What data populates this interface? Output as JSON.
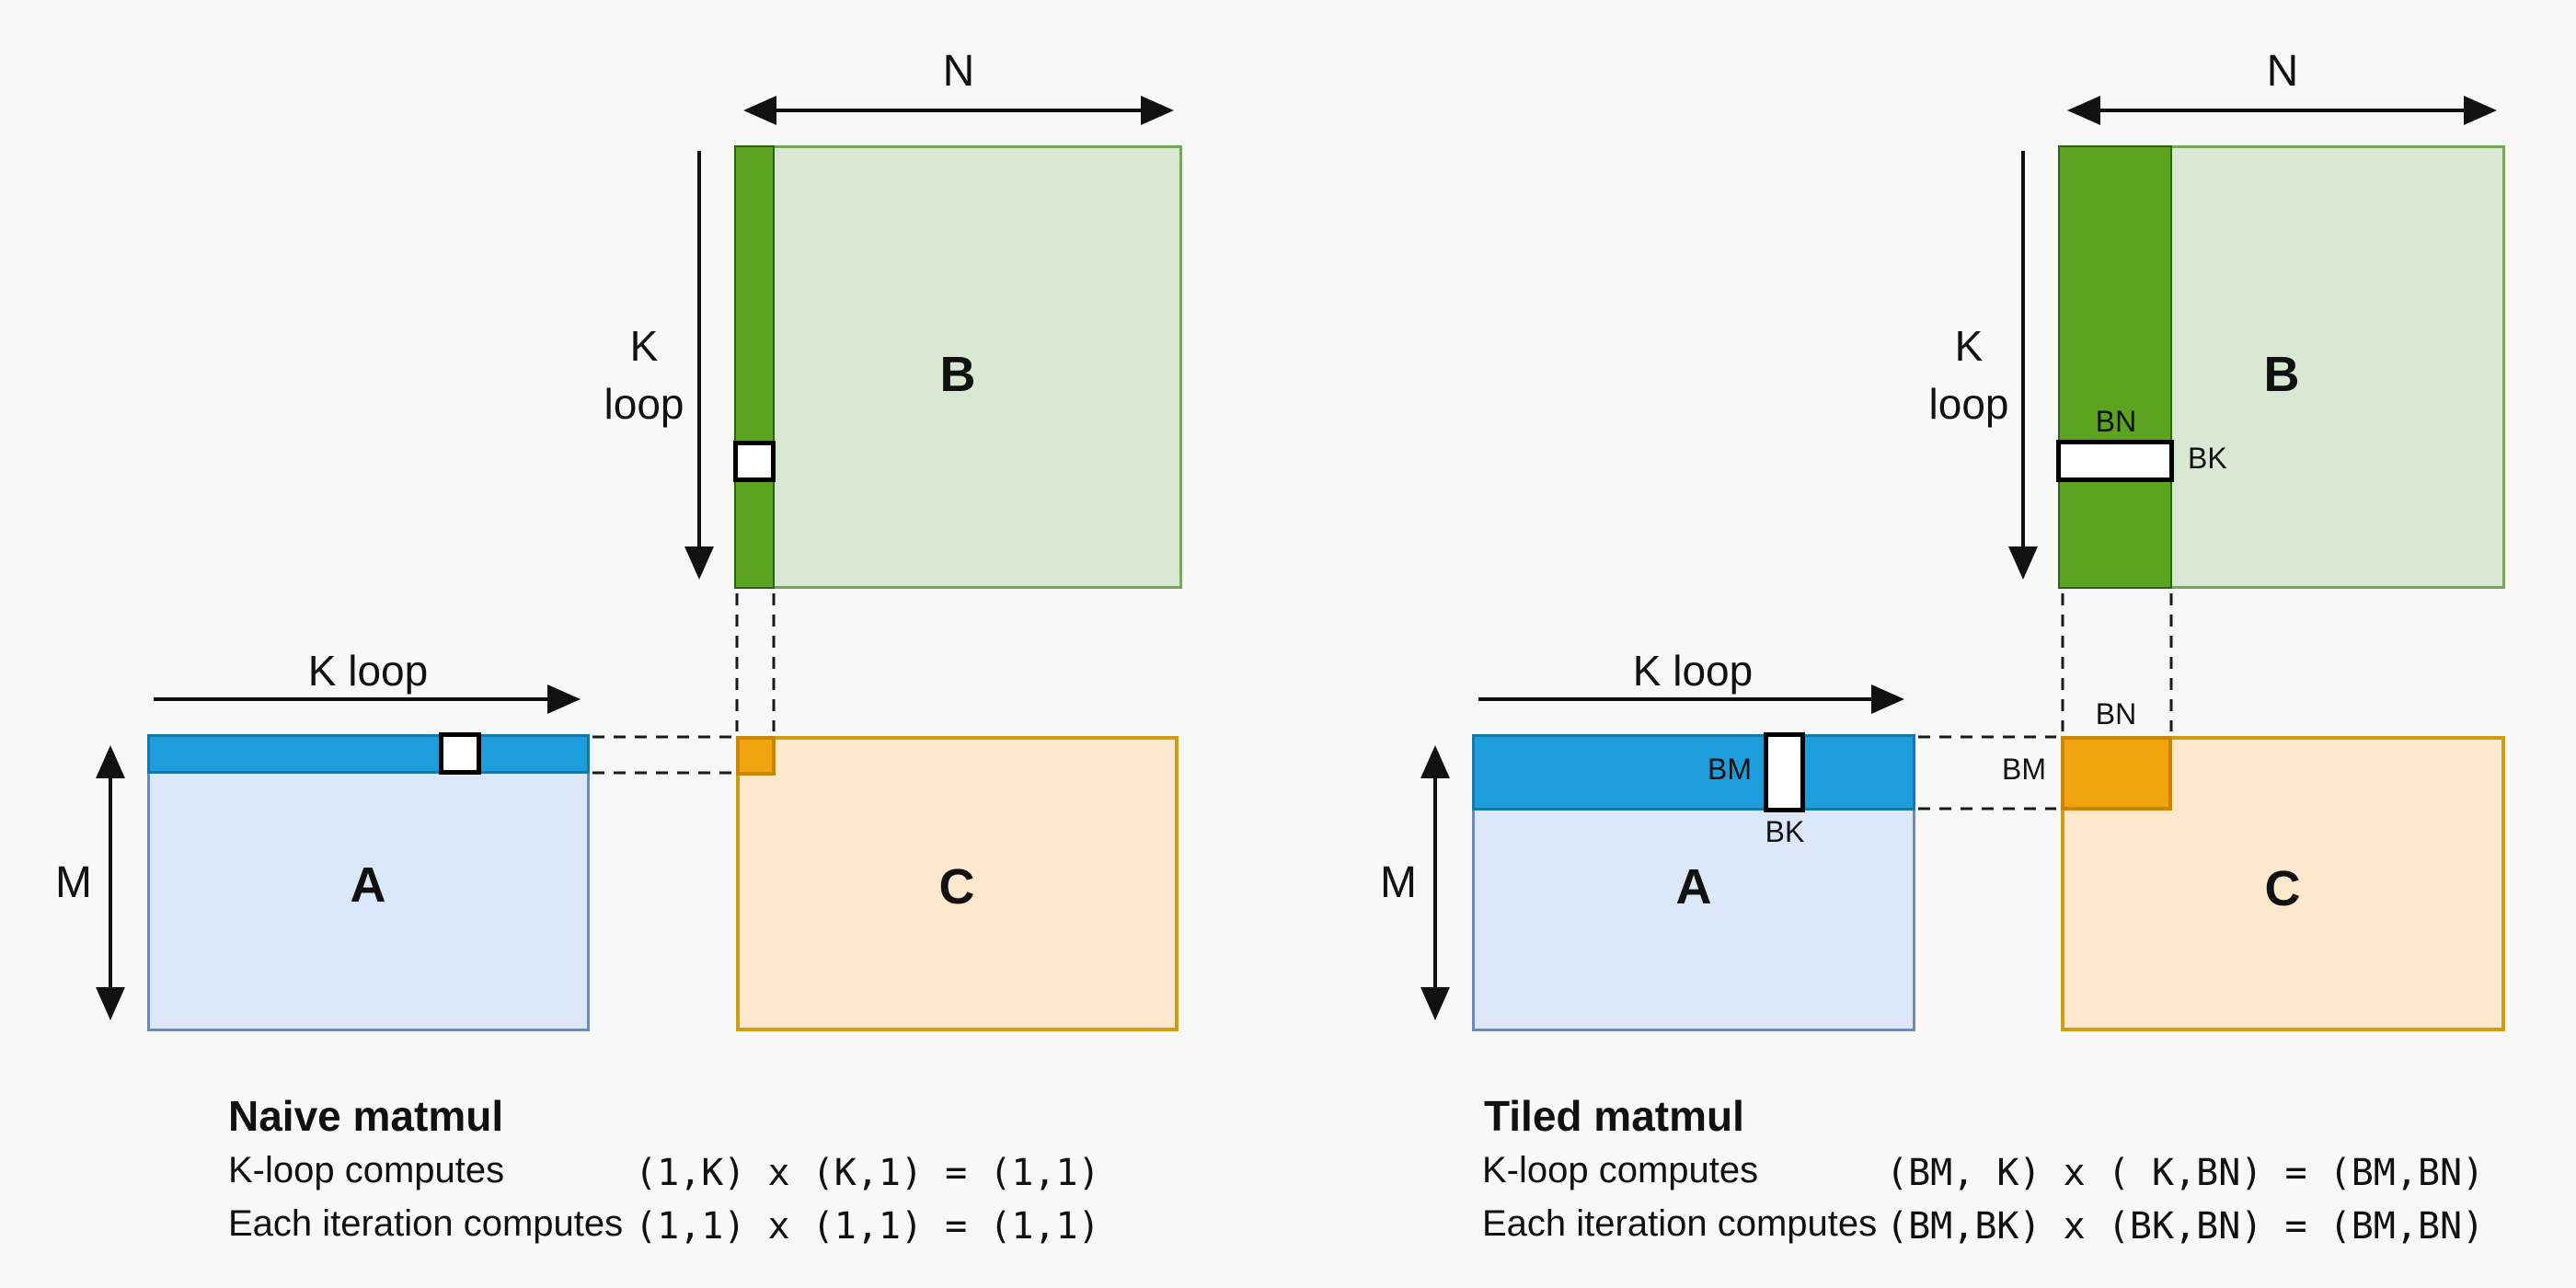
{
  "colors": {
    "background": "#f7f8f7",
    "matrix_a_fill": "#dce8fa",
    "matrix_a_border": "#7089b8",
    "a_strip_fill": "#1d9ddb",
    "a_strip_border": "#1478ad",
    "matrix_b_fill": "#d8e8d2",
    "matrix_b_border": "#74a857",
    "b_strip_fill": "#5aa41f",
    "b_strip_border": "#2e6211",
    "matrix_c_fill": "#fde7cd",
    "matrix_c_border": "#d09c10",
    "c_result_cell_fill": "#f0a40e",
    "c_result_cell_border": "#c8860b",
    "active_cell_fill": "#ffffff",
    "active_cell_border": "#000000",
    "text": "#111111"
  },
  "panels": [
    {
      "title": "Naive matmul",
      "matrix_a_label": "A",
      "matrix_b_label": "B",
      "matrix_c_label": "C",
      "n_label": "N",
      "m_label": "M",
      "k_loop_vertical_line1": "K",
      "k_loop_vertical_line2": "loop",
      "k_loop_horizontal": "K loop",
      "rows": [
        {
          "label": "K-loop computes",
          "formula": "(1,K) x (K,1) = (1,1)"
        },
        {
          "label": "Each iteration computes",
          "formula": "(1,1) x (1,1) = (1,1)"
        }
      ]
    },
    {
      "title": "Tiled matmul",
      "matrix_a_label": "A",
      "matrix_b_label": "B",
      "matrix_c_label": "C",
      "n_label": "N",
      "m_label": "M",
      "k_loop_vertical_line1": "K",
      "k_loop_vertical_line2": "loop",
      "k_loop_horizontal": "K loop",
      "tile_labels": {
        "b_bn": "BN",
        "b_bk": "BK",
        "a_bm": "BM",
        "a_bk": "BK",
        "c_bn": "BN",
        "c_bm": "BM"
      },
      "rows": [
        {
          "label": "K-loop computes",
          "formula": "(BM, K) x ( K,BN) = (BM,BN)"
        },
        {
          "label": "Each iteration computes",
          "formula": "(BM,BK) x (BK,BN) = (BM,BN)"
        }
      ]
    }
  ]
}
